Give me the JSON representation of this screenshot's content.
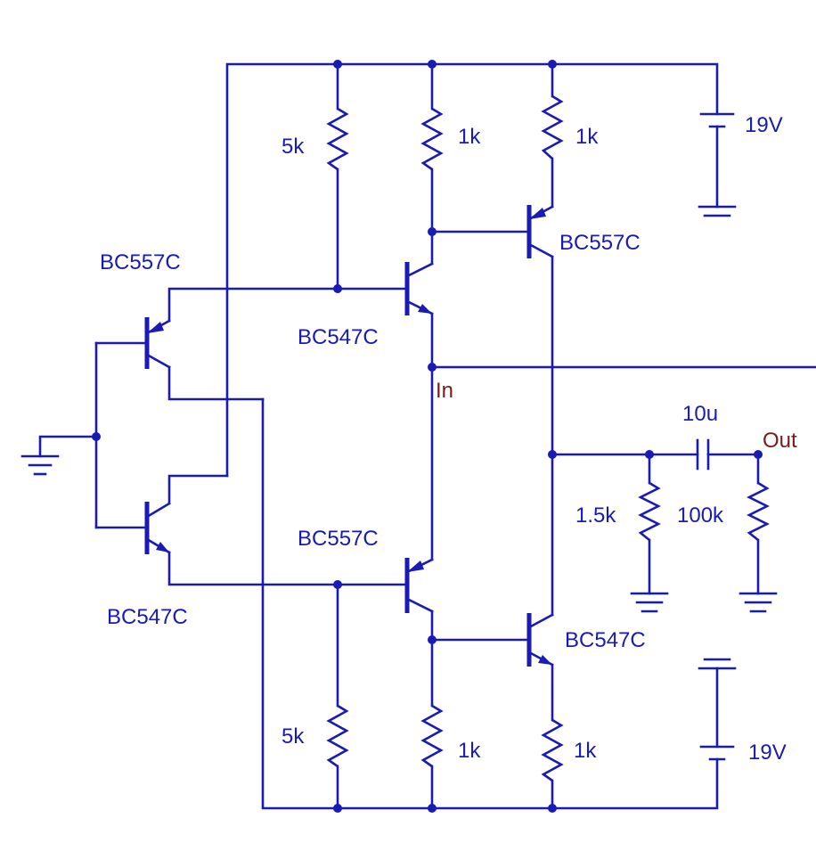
{
  "labels": {
    "r_top_left": "5k",
    "r_top_mid": "1k",
    "r_top_right": "1k",
    "battery_top": "19V",
    "q_in_top": "BC557C",
    "q_driver_top": "BC547C",
    "q_out_top": "BC557C",
    "net_in": "In",
    "cap_out": "10u",
    "net_out": "Out",
    "r_load_a": "1.5k",
    "r_load_b": "100k",
    "q_driver_bottom": "BC557C",
    "q_out_bottom": "BC547C",
    "q_in_bottom": "BC547C",
    "r_bot_left": "5k",
    "r_bot_mid": "1k",
    "r_bot_right": "1k",
    "battery_bottom": "19V"
  },
  "colors": {
    "wire": "#1a1ab4",
    "net_label": "#7a1a1a",
    "background": "#ffffff"
  }
}
